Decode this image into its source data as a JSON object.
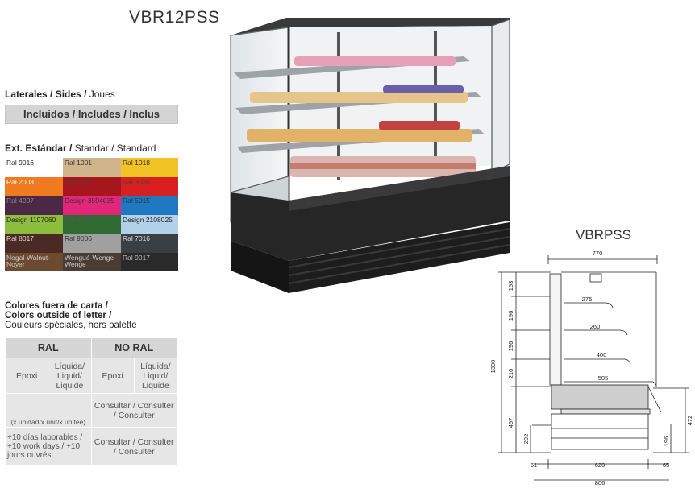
{
  "models": {
    "top": "VBR12PSS",
    "side": "VBRPSS"
  },
  "sides": {
    "title_parts": [
      "Laterales",
      "Sides",
      "Joues"
    ],
    "included": "Incluidos / Includes / Inclus"
  },
  "standard": {
    "title_parts": [
      "Ext. Estándar",
      "Standar",
      "Standard"
    ],
    "swatches": [
      {
        "label": "Ral 9016",
        "bg": "#ffffff",
        "fg": "#222222"
      },
      {
        "label": "Ral 1001",
        "bg": "#d2b48c",
        "fg": "#333333"
      },
      {
        "label": "Ral 1018",
        "bg": "#f2c325",
        "fg": "#333333"
      },
      {
        "label": "Ral 2003",
        "bg": "#f07a20",
        "fg": "#ffffff"
      },
      {
        "label": "Ral 3003",
        "bg": "#a6171d",
        "fg": "#444444"
      },
      {
        "label": "Ral 3020",
        "bg": "#d7201f",
        "fg": "#444444"
      },
      {
        "label": "Ral 4007",
        "bg": "#4c2846",
        "fg": "#888888"
      },
      {
        "label": "Design 3504035",
        "bg": "#e2277a",
        "fg": "#333333"
      },
      {
        "label": "Ral 5015",
        "bg": "#1f78c0",
        "fg": "#333333"
      },
      {
        "label": "Design 1107060",
        "bg": "#8dbd3c",
        "fg": "#222222"
      },
      {
        "label": "Ral 6002",
        "bg": "#2e6b33",
        "fg": "#555555"
      },
      {
        "label": "Design 2108025",
        "bg": "#b3d0ea",
        "fg": "#222222"
      },
      {
        "label": "Ral 8017",
        "bg": "#4a2a22",
        "fg": "#dddddd"
      },
      {
        "label": "Ral 9006",
        "bg": "#a0a0a0",
        "fg": "#333333"
      },
      {
        "label": "Ral 7016",
        "bg": "#3a3f44",
        "fg": "#dddddd"
      },
      {
        "label": "Nogal-Walnut-Noyer",
        "bg": "#6b4a2f",
        "fg": "#cccccc"
      },
      {
        "label": "Wengué-Wenge-Wenge",
        "bg": "#4a3c33",
        "fg": "#cccccc"
      },
      {
        "label": "Ral 9017",
        "bg": "#2a2a2a",
        "fg": "#bbbbbb"
      }
    ]
  },
  "special": {
    "title_lines": [
      "Colores fuera de carta /",
      "Colors outside of letter /",
      "Couleurs spéciales, hors palette"
    ],
    "table": {
      "head_ral": "RAL",
      "head_noral": "NO RAL",
      "epoxi": "Epoxi",
      "liquida": "Líquida/ Liquid/ Liquide",
      "per_unit": "(x unidad/x unit/x unitée)",
      "consult": "Consultar / Consulter / Consulter",
      "days": "+10 días laborables / +10 work days / +10 jours ouvrés"
    }
  },
  "diagram": {
    "dims": {
      "top_width": "770",
      "total_height": "1300",
      "h1": "153",
      "h2": "196",
      "h3": "196",
      "h4": "210",
      "h5": "467",
      "h6": "292",
      "h7": "196",
      "right_height": "472",
      "shelf1": "275",
      "shelf2": "260",
      "shelf3": "400",
      "base_depth": "505",
      "bottom_left": "61",
      "bottom_mid": "620",
      "bottom_right": "65",
      "bottom_total": "806"
    }
  }
}
